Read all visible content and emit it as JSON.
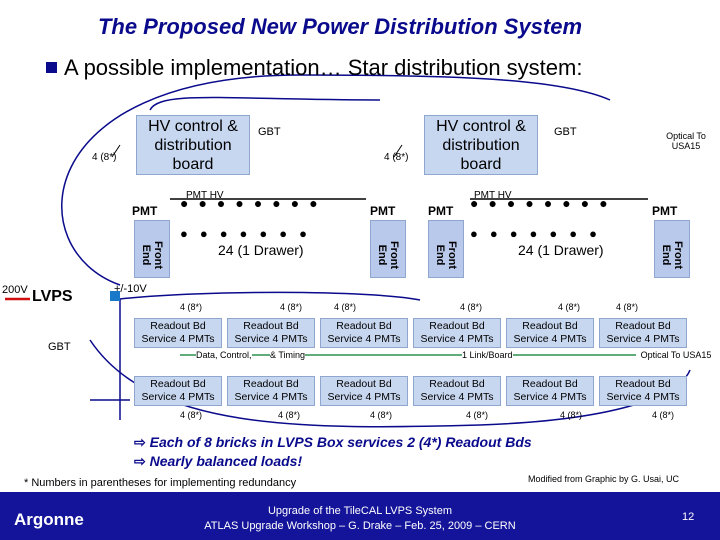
{
  "title": "The Proposed New Power Distribution System",
  "subtitle": "A possible implementation… Star distribution system:",
  "hv_boxes": [
    {
      "label": "HV control & distribution board",
      "gbt": "GBT",
      "fiber": "4 (8*)"
    },
    {
      "label": "HV control & distribution board",
      "gbt": "GBT",
      "fiber": "4 (8*)"
    }
  ],
  "optical_top": "Optical To USA15",
  "pmt_label": "PMT",
  "pmt_hv": "PMT HV",
  "front_end": "Front\nEnd",
  "drawer": "24 (1 Drawer)",
  "v200": "200V",
  "lvps": "LVPS",
  "gbt": "GBT",
  "pm10": "+/-10V",
  "readout_label": "Readout Bd",
  "service_label": "Service 4 PMTs",
  "fiber_count": "4 (8*)",
  "data_control": "Data, Control, ",
  "timing": "& Timing",
  "link_board": "1 Link/Board",
  "optical_right": "Optical To USA15",
  "notes": [
    "Each of 8 bricks in LVPS Box services 2 (4*) Readout Bds",
    "Nearly balanced loads!"
  ],
  "footnote": "* Numbers in parentheses for implementing redundancy",
  "modified": "Modified from Graphic by G. Usai, UC",
  "footer_line1": "Upgrade of the TileCAL LVPS System",
  "footer_line2": "ATLAS Upgrade Workshop – G. Drake – Feb. 25, 2009 – CERN",
  "page_number": "12",
  "logo": "Argonne",
  "colors": {
    "accent": "#0a0a8c",
    "box": "#c8d7f0",
    "footer": "#14149a",
    "link": "#2f8f4f"
  }
}
